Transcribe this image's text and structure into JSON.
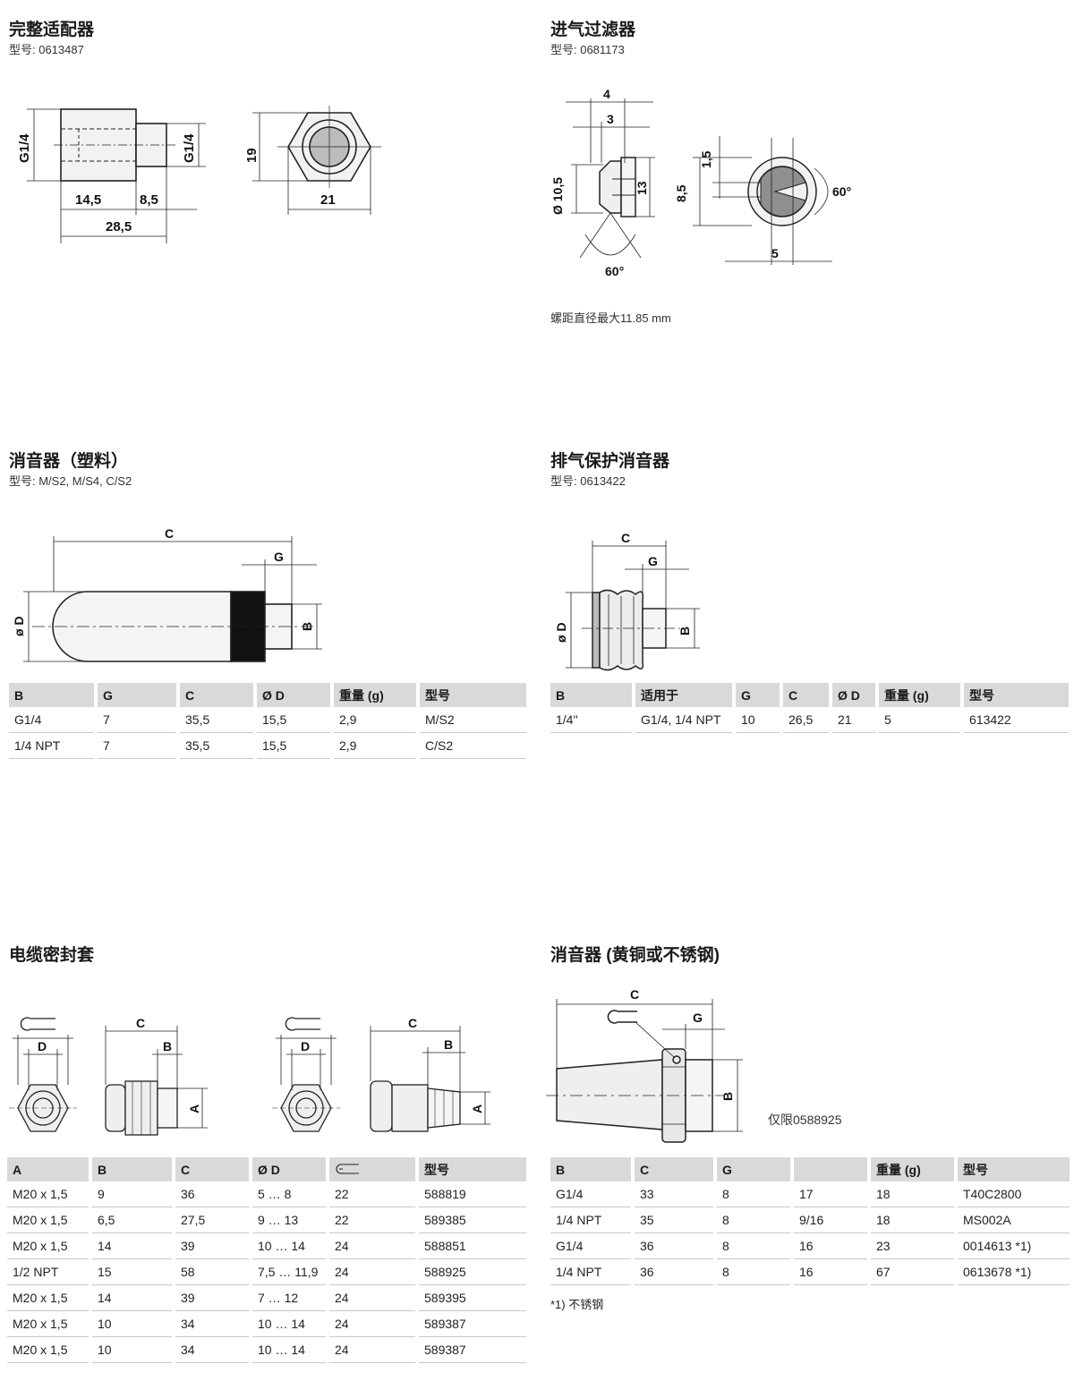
{
  "adapter": {
    "title": "完整适配器",
    "model": "型号: 0613487",
    "dims": {
      "g1": "G1/4",
      "g2": "G1/4",
      "l1": "14,5",
      "l2": "8,5",
      "total": "28,5",
      "wrench": "19",
      "hex": "21"
    }
  },
  "filter": {
    "title": "进气过滤器",
    "model": "型号: 0681173",
    "dims": {
      "d4": "4",
      "d3": "3",
      "dia": "Ø 10,5",
      "h13": "13",
      "ang1": "60°",
      "d15": "1,5",
      "d85": "8,5",
      "ang2": "60°",
      "d5": "5"
    },
    "note": "螺距直径最大11.85 mm"
  },
  "muffler_plastic": {
    "title": "消音器（塑料）",
    "model": "型号: M/S2, M/S4, C/S2",
    "dims": {
      "c": "C",
      "g": "G",
      "d": "ø D",
      "b": "B"
    },
    "columns": [
      "B",
      "G",
      "C",
      "Ø D",
      "重量 (g)",
      "型号"
    ],
    "rows": [
      [
        "G1/4",
        "7",
        "35,5",
        "15,5",
        "2,9",
        "M/S2"
      ],
      [
        "1/4 NPT",
        "7",
        "35,5",
        "15,5",
        "2,9",
        "C/S2"
      ]
    ]
  },
  "exhaust": {
    "title": "排气保护消音器",
    "model": "型号: 0613422",
    "dims": {
      "c": "C",
      "g": "G",
      "d": "ø D",
      "b": "B"
    },
    "columns": [
      "B",
      "适用于",
      "G",
      "C",
      "Ø D",
      "重量 (g)",
      "型号"
    ],
    "rows": [
      [
        "1/4''",
        "G1/4, 1/4 NPT",
        "10",
        "26,5",
        "21",
        "5",
        "613422"
      ]
    ]
  },
  "cable_gland": {
    "title": "电缆密封套",
    "dims": {
      "d": "D",
      "c": "C",
      "b": "B",
      "a": "A"
    },
    "columns": [
      "A",
      "B",
      "C",
      "Ø D",
      "wrench-icon",
      "型号"
    ],
    "rows": [
      [
        "M20 x 1,5",
        "9",
        "36",
        "5 … 8",
        "22",
        "588819"
      ],
      [
        "M20 x 1,5",
        "6,5",
        "27,5",
        "9 … 13",
        "22",
        "589385"
      ],
      [
        "M20 x 1,5",
        "14",
        "39",
        "10 … 14",
        "24",
        "588851"
      ],
      [
        "1/2 NPT",
        "15",
        "58",
        "7,5 … 11,9",
        "24",
        "588925"
      ],
      [
        "M20 x 1,5",
        "14",
        "39",
        "7 … 12",
        "24",
        "589395"
      ],
      [
        "M20 x 1,5",
        "10",
        "34",
        "10 … 14",
        "24",
        "589387"
      ],
      [
        "M20 x 1,5",
        "10",
        "34",
        "10 … 14",
        "24",
        "589387"
      ]
    ]
  },
  "muffler_metal": {
    "title": "消音器 (黄铜或不锈钢)",
    "dims": {
      "c": "C",
      "g": "G",
      "b": "B"
    },
    "note": "仅限0588925",
    "columns": [
      "B",
      "C",
      "G",
      "",
      "重量 (g)",
      "型号"
    ],
    "rows": [
      [
        "G1/4",
        "33",
        "8",
        "17",
        "18",
        "T40C2800"
      ],
      [
        "1/4 NPT",
        "35",
        "8",
        "9/16",
        "18",
        "MS002A"
      ],
      [
        "G1/4",
        "36",
        "8",
        "16",
        "23",
        "0014613 *1)"
      ],
      [
        "1/4 NPT",
        "36",
        "8",
        "16",
        "67",
        "0613678 *1)"
      ]
    ],
    "footnote": "*1) 不锈钢"
  }
}
